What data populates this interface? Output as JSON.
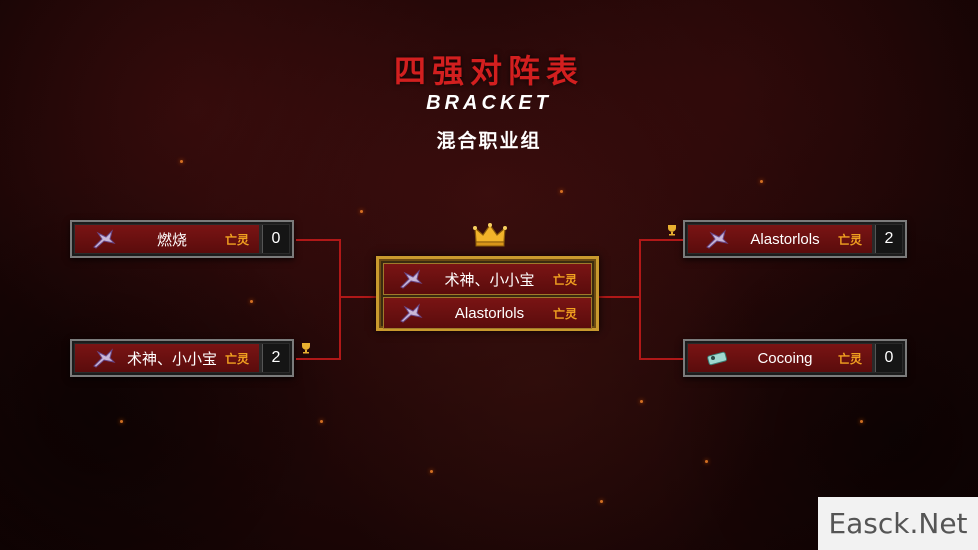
{
  "header": {
    "title": "四强对阵表",
    "subtitle": "BRACKET",
    "group": "混合职业组"
  },
  "bracket": {
    "left": [
      {
        "name": "燃烧",
        "class": "亡灵",
        "score": "0",
        "icon": "necromancer-class-icon"
      },
      {
        "name": "术神、小小宝",
        "class": "亡灵",
        "score": "2",
        "icon": "necromancer-class-icon"
      }
    ],
    "right": [
      {
        "name": "Alastorlols",
        "class": "亡灵",
        "score": "2",
        "icon": "necromancer-class-icon"
      },
      {
        "name": "Cocoing",
        "class": "亡灵",
        "score": "0",
        "icon": "demon-hunter-class-icon"
      }
    ],
    "final": [
      {
        "name": "术神、小小宝",
        "class": "亡灵",
        "icon": "necromancer-class-icon"
      },
      {
        "name": "Alastorlols",
        "class": "亡灵",
        "icon": "necromancer-class-icon"
      }
    ]
  },
  "watermark": "Easck.Net",
  "colors": {
    "accent_red": "#d21f1f",
    "slot_red": "#7a1414",
    "gold": "#c99a2e",
    "class_orange": "#f0a020"
  }
}
